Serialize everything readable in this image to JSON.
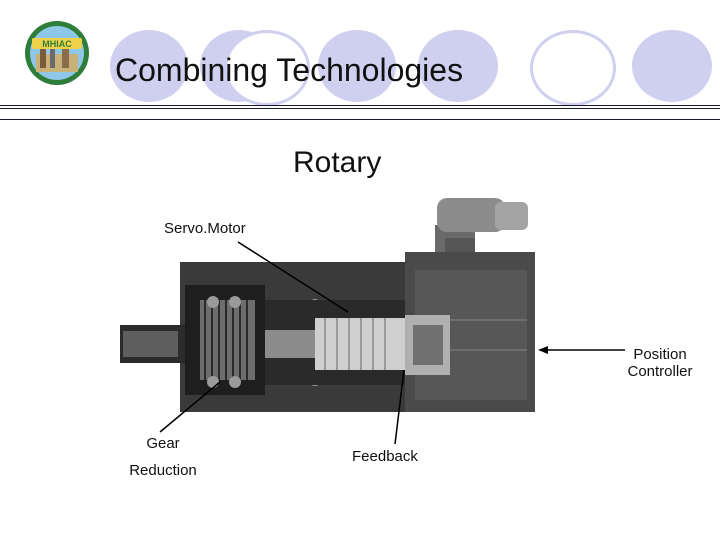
{
  "slide": {
    "title": "Combining Technologies",
    "subtitle": "Rotary",
    "logo_text": "MHIAC"
  },
  "labels": {
    "servomotor": "Servo.Motor",
    "position_line1": "Position",
    "position_line2": "Controller",
    "gear_line1": "Gear",
    "gear_line2": "Reduction",
    "feedback": "Feedback"
  },
  "colors": {
    "decor_circle": "#cfcff0",
    "rule": "#1a1a2e",
    "motor_body": "#3a3a3a",
    "motor_dark": "#1e1e1e"
  }
}
